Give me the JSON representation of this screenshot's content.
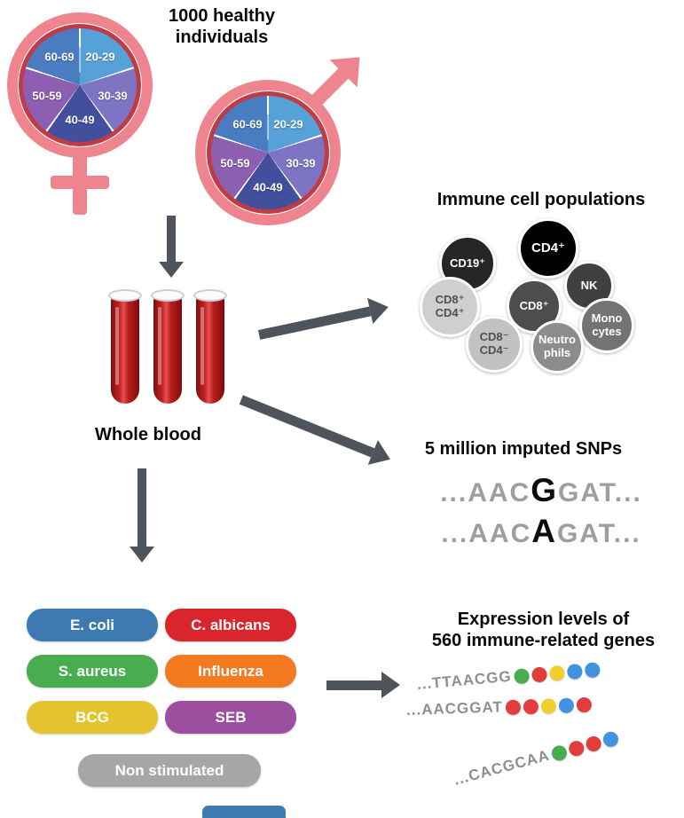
{
  "colors": {
    "arrow": "#4d545c",
    "symbol_pink": "#ee848e",
    "pie_border": "#c13b45",
    "cropped_bar": "#3d7ab2"
  },
  "cohort": {
    "title_line1": "1000 healthy",
    "title_line2": "individuals",
    "age_groups": [
      "20-29",
      "30-39",
      "40-49",
      "50-59",
      "60-69"
    ],
    "pie_colors": [
      "#55a1d8",
      "#7d74c4",
      "#414f9c",
      "#8c5fb0",
      "#4a7cc2"
    ]
  },
  "blood": {
    "label": "Whole blood"
  },
  "immune": {
    "title": "Immune cell populations",
    "cells": [
      {
        "name": "CD19+",
        "lines": [
          "CD19⁺"
        ],
        "bg": "#262626"
      },
      {
        "name": "CD4+",
        "lines": [
          "CD4⁺"
        ],
        "bg": "#000000"
      },
      {
        "name": "NK",
        "lines": [
          "NK"
        ],
        "bg": "#404040"
      },
      {
        "name": "CD8+",
        "lines": [
          "CD8⁺"
        ],
        "bg": "#4d4d4d"
      },
      {
        "name": "CD8+CD4+",
        "lines": [
          "CD8⁺",
          "CD4⁺"
        ],
        "bg": "#cfcfcf"
      },
      {
        "name": "CD8-CD4-",
        "lines": [
          "CD8⁻",
          "CD4⁻"
        ],
        "bg": "#c2c2c2"
      },
      {
        "name": "Neutrophils",
        "lines": [
          "Neutro",
          "phils"
        ],
        "bg": "#8c8c8c"
      },
      {
        "name": "Monocytes",
        "lines": [
          "Mono",
          "cytes"
        ],
        "bg": "#737373"
      }
    ]
  },
  "snps": {
    "title": "5 million imputed SNPs",
    "rows": [
      {
        "pre": "...AAC",
        "variant": "G",
        "post": "GAT..."
      },
      {
        "pre": "...AAC",
        "variant": "A",
        "post": "GAT..."
      }
    ]
  },
  "stimulations": {
    "items": [
      {
        "label": "E. coli",
        "bg": "#3d7ab2"
      },
      {
        "label": "C. albicans",
        "bg": "#d8262c"
      },
      {
        "label": "S. aureus",
        "bg": "#47ad4e"
      },
      {
        "label": "Influenza",
        "bg": "#f47a21"
      },
      {
        "label": "BCG",
        "bg": "#e3c42e"
      },
      {
        "label": "SEB",
        "bg": "#9c4f9f"
      },
      {
        "label": "Non stimulated",
        "bg": "#a6a6a6"
      }
    ]
  },
  "expression": {
    "title_line1": "Expression levels of",
    "title_line2": "560 immune-related genes",
    "rows": [
      {
        "seq": "...TTAACGG",
        "dots": [
          "#47ad4e",
          "#e23c3c",
          "#f0cf2f",
          "#4392e0",
          "#4392e0"
        ]
      },
      {
        "seq": "...AACGGAT",
        "dots": [
          "#e23c3c",
          "#e23c3c",
          "#f0cf2f",
          "#4392e0",
          "#e23c3c"
        ]
      },
      {
        "seq": "...CACGCAA",
        "dots": [
          "#47ad4e",
          "#e23c3c",
          "#e23c3c",
          "#4392e0"
        ]
      }
    ]
  }
}
